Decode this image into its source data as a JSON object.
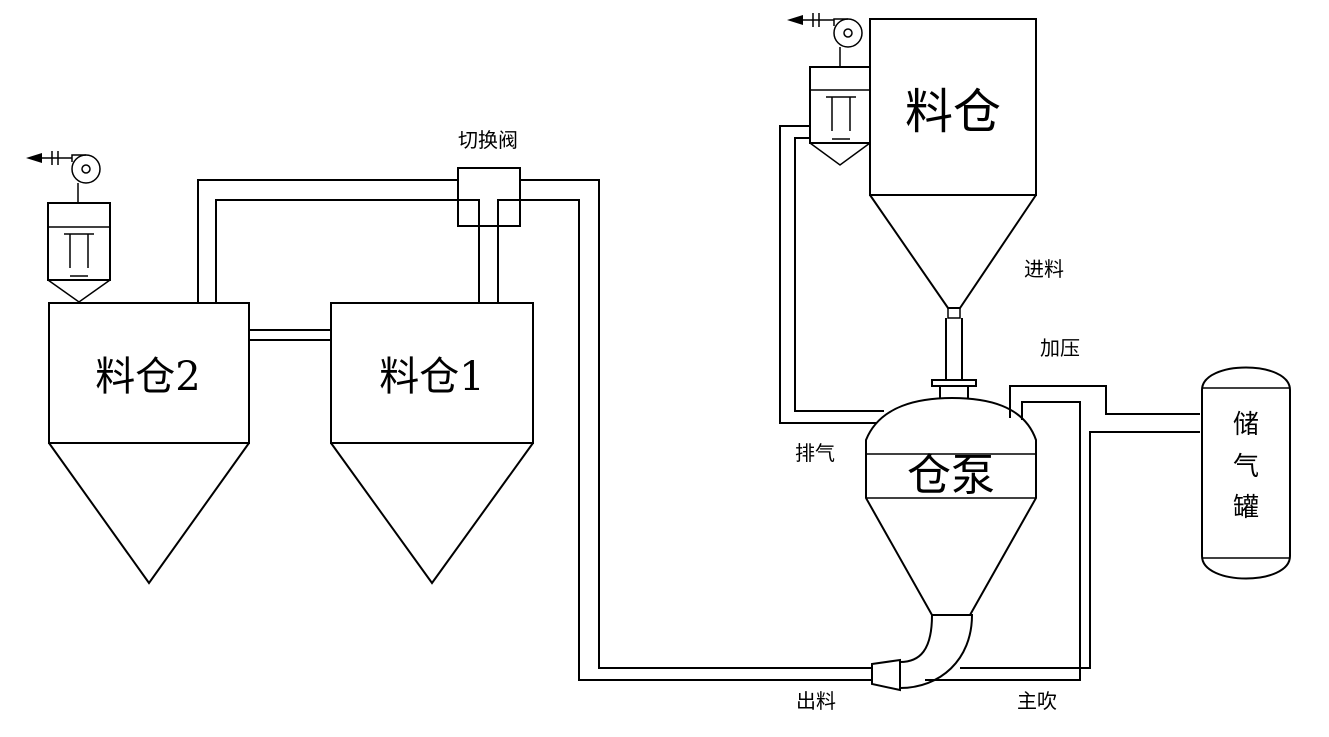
{
  "labels": {
    "silo2": "料仓2",
    "silo1": "料仓1",
    "switch_valve": "切换阀",
    "silo_top": "料仓",
    "feed": "进料",
    "pressurize": "加压",
    "exhaust": "排气",
    "pump": "仓泵",
    "outlet": "出料",
    "main_blow": "主吹",
    "tank_line1": "储",
    "tank_line2": "气",
    "tank_line3": "罐"
  },
  "colors": {
    "line": "#000000",
    "background": "#ffffff"
  },
  "icons": [
    "fan-icon",
    "exhaust-arrow-icon",
    "dust-filter-icon"
  ]
}
